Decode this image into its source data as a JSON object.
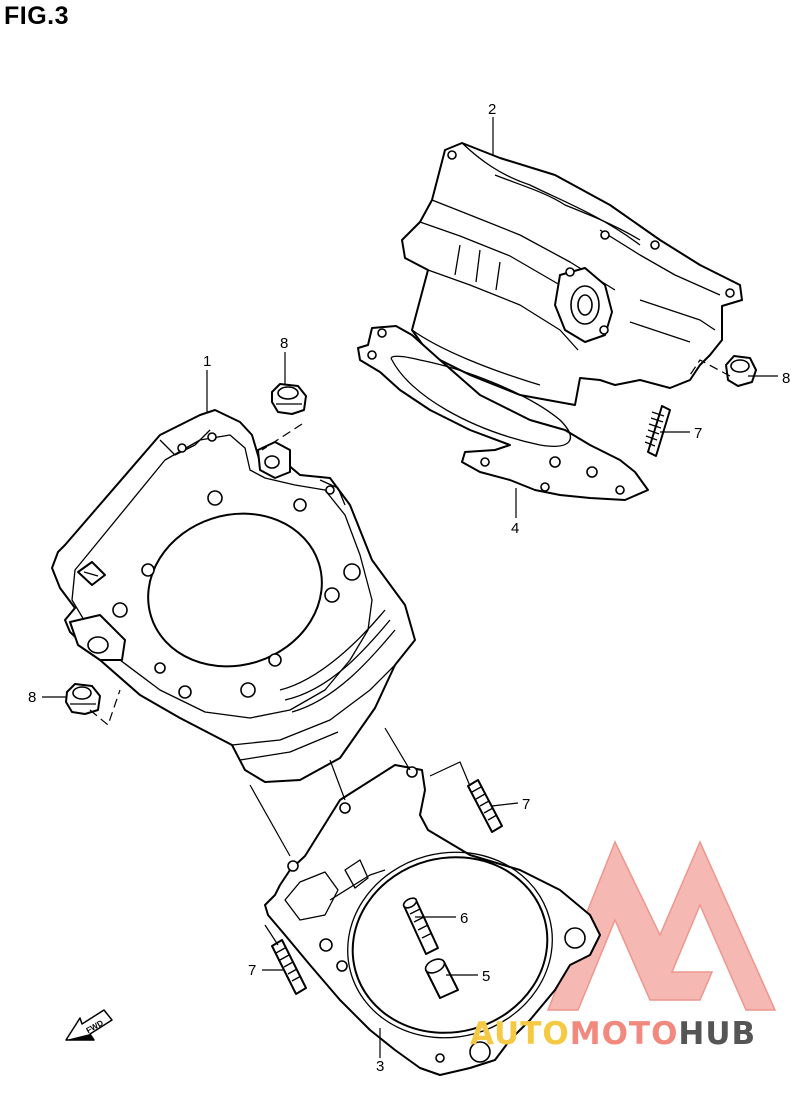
{
  "figure": {
    "title": "FIG.3"
  },
  "callouts": [
    {
      "id": "cyl-front",
      "label": "1"
    },
    {
      "id": "cyl-rear",
      "label": "2"
    },
    {
      "id": "gasket-front",
      "label": "3"
    },
    {
      "id": "gasket-rear",
      "label": "4"
    },
    {
      "id": "dowel-pin",
      "label": "5"
    },
    {
      "id": "stud-center",
      "label": "6"
    },
    {
      "id": "stud-rear",
      "label": "7"
    },
    {
      "id": "stud-front-top",
      "label": "7"
    },
    {
      "id": "stud-front-left",
      "label": "7"
    },
    {
      "id": "nut-front-top",
      "label": "8"
    },
    {
      "id": "nut-rear",
      "label": "8"
    },
    {
      "id": "nut-front-left",
      "label": "8"
    }
  ],
  "direction_arrow": {
    "label": "FWD"
  },
  "watermark": {
    "segments": [
      "AUTO",
      "MOTO",
      "HUB"
    ],
    "colors": {
      "auto": "#f6c945",
      "moto": "#f2897e",
      "hub": "#555555",
      "logo": "#f08a80"
    }
  }
}
